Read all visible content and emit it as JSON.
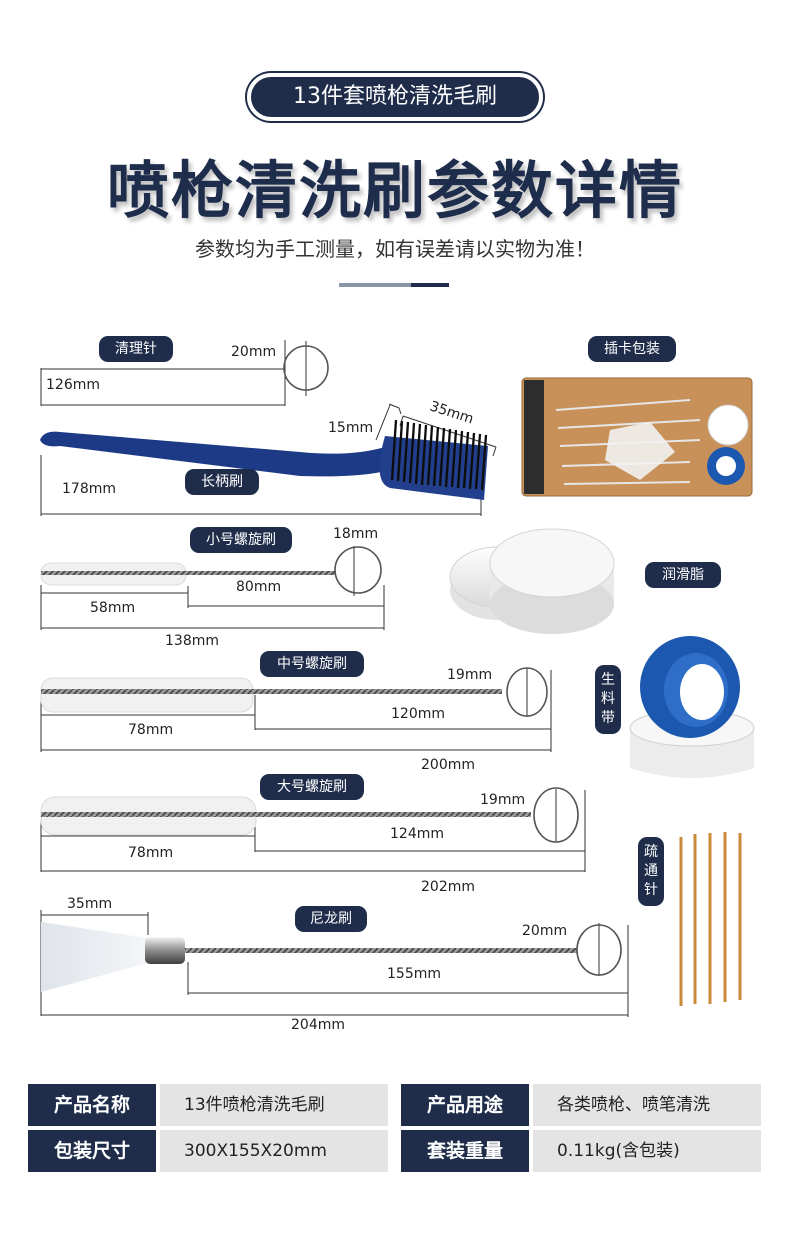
{
  "header": {
    "badge": "13件套喷枪清洗毛刷",
    "title": "喷枪清洗刷参数详情",
    "subtitle": "参数均为手工测量，如有误差请以实物为准！"
  },
  "items": {
    "cleaning_needle": {
      "label": "清理针",
      "dims": [
        "20mm",
        "126mm"
      ]
    },
    "card_package": {
      "label": "插卡包装"
    },
    "long_brush": {
      "label": "长柄刷",
      "dims": [
        "15mm",
        "35mm",
        "178mm"
      ]
    },
    "small_spiral": {
      "label": "小号螺旋刷",
      "dims": [
        "18mm",
        "80mm",
        "58mm",
        "138mm"
      ]
    },
    "grease": {
      "label": "润滑脂"
    },
    "medium_spiral": {
      "label": "中号螺旋刷",
      "dims": [
        "19mm",
        "120mm",
        "78mm",
        "200mm"
      ]
    },
    "tape": {
      "label": "生料带"
    },
    "large_spiral": {
      "label": "大号螺旋刷",
      "dims": [
        "19mm",
        "124mm",
        "78mm",
        "202mm"
      ]
    },
    "pick_needle": {
      "label": "疏通针"
    },
    "nylon_brush": {
      "label": "尼龙刷",
      "dims": [
        "35mm",
        "20mm",
        "155mm",
        "204mm"
      ]
    }
  },
  "specs": [
    {
      "label": "产品名称",
      "value": "13件喷枪清洗毛刷"
    },
    {
      "label": "产品用途",
      "value": "各类喷枪、喷笔清洗"
    },
    {
      "label": "包装尺寸",
      "value": "300X155X20mm"
    },
    {
      "label": "套装重量",
      "value": "0.11kg(含包装)"
    }
  ],
  "colors": {
    "navy": "#1f2d4b",
    "brush_blue": "#1c3a86",
    "copper": "#c9915a",
    "tape_blue": "#1d58b0",
    "gold": "#c98a3a"
  }
}
